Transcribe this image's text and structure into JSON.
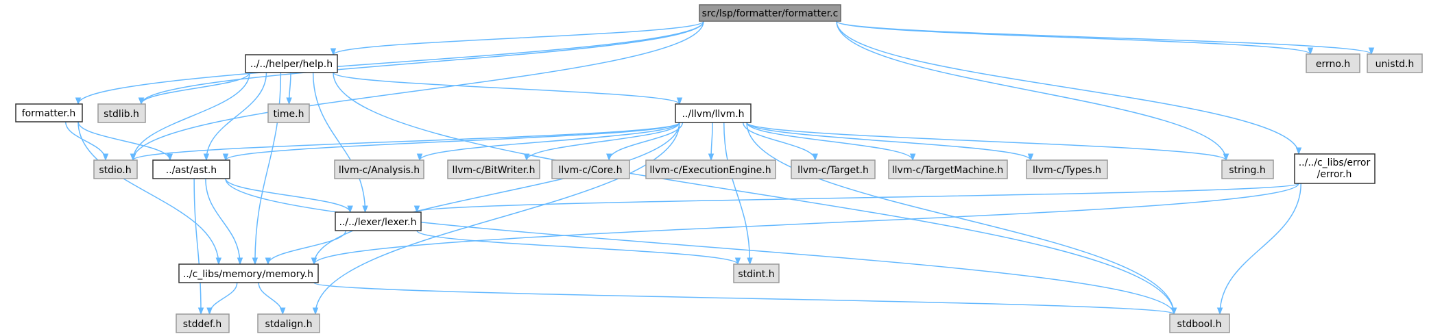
{
  "nodes": [
    {
      "id": "root",
      "lines": [
        "src/lsp/formatter/formatter.c"
      ],
      "kind": "root"
    },
    {
      "id": "errno",
      "lines": [
        "errno.h"
      ],
      "kind": "sys"
    },
    {
      "id": "unistd",
      "lines": [
        "unistd.h"
      ],
      "kind": "sys"
    },
    {
      "id": "help",
      "lines": [
        "../../helper/help.h"
      ],
      "kind": "doc"
    },
    {
      "id": "stdlib",
      "lines": [
        "stdlib.h"
      ],
      "kind": "sys"
    },
    {
      "id": "time",
      "lines": [
        "time.h"
      ],
      "kind": "sys"
    },
    {
      "id": "formatterh",
      "lines": [
        "formatter.h"
      ],
      "kind": "doc"
    },
    {
      "id": "llvm",
      "lines": [
        "../llvm/llvm.h"
      ],
      "kind": "doc"
    },
    {
      "id": "stdio",
      "lines": [
        "stdio.h"
      ],
      "kind": "sys"
    },
    {
      "id": "ast",
      "lines": [
        "../ast/ast.h"
      ],
      "kind": "doc"
    },
    {
      "id": "analysis",
      "lines": [
        "llvm-c/Analysis.h"
      ],
      "kind": "sys"
    },
    {
      "id": "bitwriter",
      "lines": [
        "llvm-c/BitWriter.h"
      ],
      "kind": "sys"
    },
    {
      "id": "core",
      "lines": [
        "llvm-c/Core.h"
      ],
      "kind": "sys"
    },
    {
      "id": "exec",
      "lines": [
        "llvm-c/ExecutionEngine.h"
      ],
      "kind": "sys"
    },
    {
      "id": "target",
      "lines": [
        "llvm-c/Target.h"
      ],
      "kind": "sys"
    },
    {
      "id": "targetmachine",
      "lines": [
        "llvm-c/TargetMachine.h"
      ],
      "kind": "sys"
    },
    {
      "id": "types",
      "lines": [
        "llvm-c/Types.h"
      ],
      "kind": "sys"
    },
    {
      "id": "string",
      "lines": [
        "string.h"
      ],
      "kind": "sys"
    },
    {
      "id": "error",
      "lines": [
        "../../c_libs/error",
        "/error.h"
      ],
      "kind": "doc"
    },
    {
      "id": "lexer",
      "lines": [
        "../../lexer/lexer.h"
      ],
      "kind": "doc"
    },
    {
      "id": "stdint",
      "lines": [
        "stdint.h"
      ],
      "kind": "sys"
    },
    {
      "id": "memory",
      "lines": [
        "../c_libs/memory/memory.h"
      ],
      "kind": "doc"
    },
    {
      "id": "stddef",
      "lines": [
        "stddef.h"
      ],
      "kind": "sys"
    },
    {
      "id": "stdalign",
      "lines": [
        "stdalign.h"
      ],
      "kind": "sys"
    },
    {
      "id": "stdbool",
      "lines": [
        "stdbool.h"
      ],
      "kind": "sys"
    }
  ],
  "edges": [
    [
      "root",
      "help"
    ],
    [
      "root",
      "errno"
    ],
    [
      "root",
      "unistd"
    ],
    [
      "root",
      "stdlib"
    ],
    [
      "root",
      "formatterh"
    ],
    [
      "root",
      "stdio"
    ],
    [
      "root",
      "string"
    ],
    [
      "root",
      "error"
    ],
    [
      "help",
      "stdlib"
    ],
    [
      "help",
      "time"
    ],
    [
      "help",
      "llvm"
    ],
    [
      "help",
      "stdio"
    ],
    [
      "help",
      "ast"
    ],
    [
      "help",
      "lexer"
    ],
    [
      "help",
      "memory"
    ],
    [
      "help",
      "stdbool"
    ],
    [
      "formatterh",
      "stdio"
    ],
    [
      "formatterh",
      "ast"
    ],
    [
      "formatterh",
      "memory"
    ],
    [
      "llvm",
      "stdio"
    ],
    [
      "llvm",
      "ast"
    ],
    [
      "llvm",
      "analysis"
    ],
    [
      "llvm",
      "bitwriter"
    ],
    [
      "llvm",
      "core"
    ],
    [
      "llvm",
      "exec"
    ],
    [
      "llvm",
      "target"
    ],
    [
      "llvm",
      "targetmachine"
    ],
    [
      "llvm",
      "types"
    ],
    [
      "llvm",
      "string"
    ],
    [
      "llvm",
      "memory"
    ],
    [
      "llvm",
      "stdint"
    ],
    [
      "llvm",
      "stdalign"
    ],
    [
      "llvm",
      "stdbool"
    ],
    [
      "ast",
      "lexer"
    ],
    [
      "ast",
      "memory"
    ],
    [
      "ast",
      "stddef"
    ],
    [
      "ast",
      "stdbool"
    ],
    [
      "error",
      "lexer"
    ],
    [
      "error",
      "memory"
    ],
    [
      "error",
      "stdbool"
    ],
    [
      "lexer",
      "memory"
    ],
    [
      "lexer",
      "stdint"
    ],
    [
      "memory",
      "stddef"
    ],
    [
      "memory",
      "stdalign"
    ],
    [
      "memory",
      "stdbool"
    ]
  ],
  "colors": {
    "edge": "#63b8ff",
    "root_fill": "#999999",
    "system_fill": "#e0e0e0",
    "doc_fill": "#ffffff"
  }
}
